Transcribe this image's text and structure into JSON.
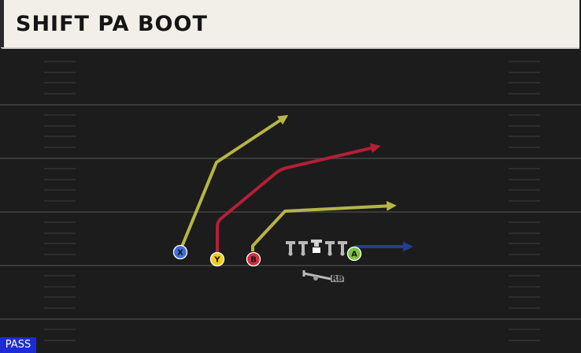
{
  "play": {
    "name": "SHIFT PA BOOT",
    "type": "PASS"
  },
  "players": [
    {
      "letter": "X",
      "color": "#3f6fd8",
      "icon": "x-button-icon"
    },
    {
      "letter": "Y",
      "color": "#f2cc1e",
      "icon": "y-button-icon"
    },
    {
      "letter": "B",
      "color": "#d42c3c",
      "icon": "b-button-icon"
    },
    {
      "letter": "A",
      "color": "#7cc43f",
      "icon": "a-button-icon"
    }
  ],
  "backfield": {
    "label": "RB"
  },
  "route_colors": {
    "x": "#b6b545",
    "y": "#b41f37",
    "b": "#b6b545",
    "a": "#253e93"
  },
  "colors": {
    "field": "#1c1c1c",
    "yard_line": "#3a3a3a",
    "lineman": "#b9b9b9",
    "center": "#ffffff",
    "pass_badge": "#1d2bd6"
  }
}
